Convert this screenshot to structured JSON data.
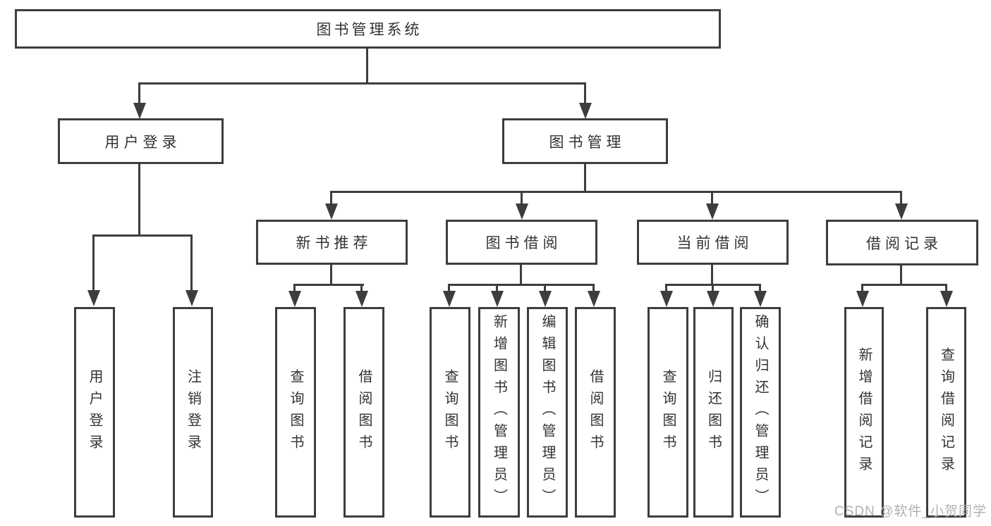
{
  "tree": {
    "root": {
      "label": "图书管理系统"
    },
    "branches": [
      {
        "label": "用户登录",
        "children": [
          {
            "label": "用户登录"
          },
          {
            "label": "注销登录"
          }
        ]
      },
      {
        "label": "图书管理",
        "children": [
          {
            "label": "新书推荐",
            "children": [
              {
                "label": "查询图书"
              },
              {
                "label": "借阅图书"
              }
            ]
          },
          {
            "label": "图书借阅",
            "children": [
              {
                "label": "查询图书"
              },
              {
                "label": "新增图书（管理员）"
              },
              {
                "label": "编辑图书（管理员）"
              },
              {
                "label": "借阅图书"
              }
            ]
          },
          {
            "label": "当前借阅",
            "children": [
              {
                "label": "查询图书"
              },
              {
                "label": "归还图书"
              },
              {
                "label": "确认归还（管理员）"
              }
            ]
          },
          {
            "label": "借阅记录",
            "children": [
              {
                "label": "新增借阅记录"
              },
              {
                "label": "查询借阅记录"
              }
            ]
          }
        ]
      }
    ]
  },
  "watermark": {
    "text": "CSDN @软件_小贺同学"
  },
  "colors": {
    "line": "#3d3d3d",
    "text": "#333333",
    "background": "#ffffff",
    "watermark": "#b5b0b0"
  }
}
